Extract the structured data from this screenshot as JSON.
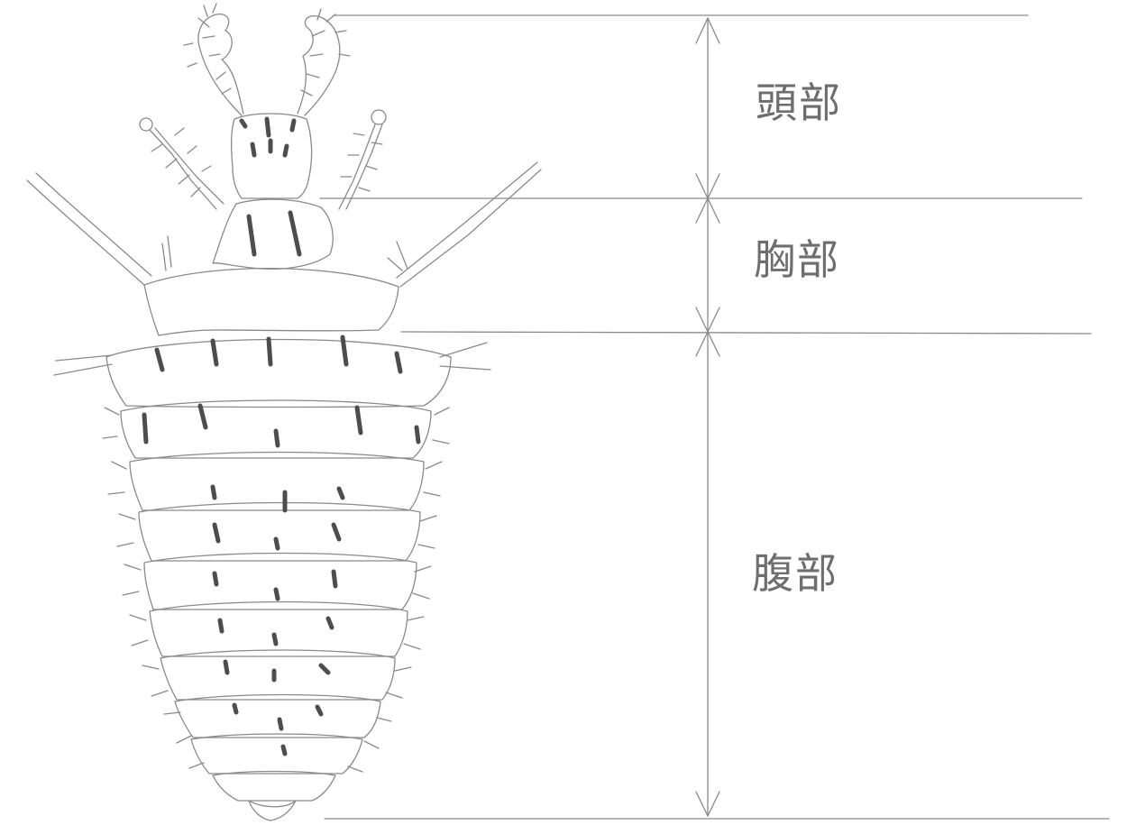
{
  "labels": {
    "head": "頭部",
    "thorax": "胸部",
    "abdomen": "腹部"
  },
  "colors": {
    "pencil": "#8a8a8a",
    "dark_marks": "#4d4d4d",
    "text": "#6e6e6e"
  }
}
